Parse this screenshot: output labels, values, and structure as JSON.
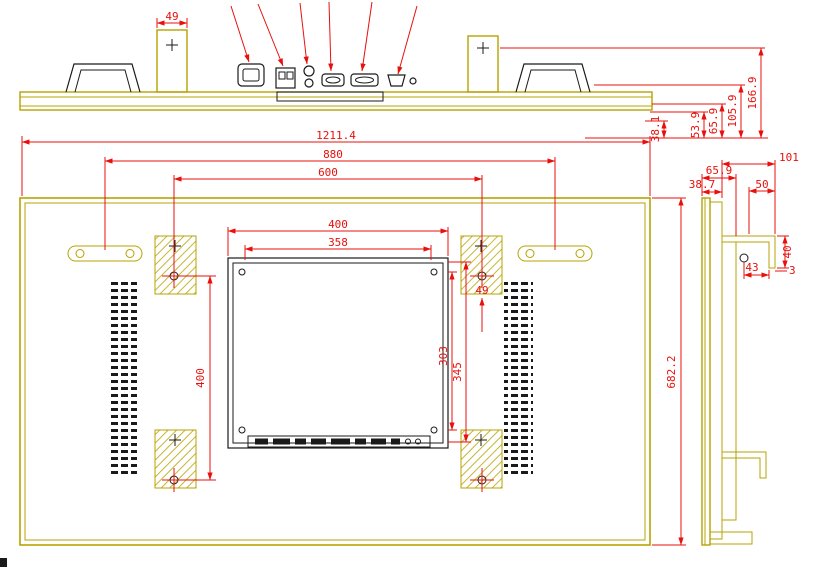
{
  "colors": {
    "dimension": "#e8100c",
    "outline": "#b7a300",
    "detail": "#1a1a1a",
    "background": "#ffffff"
  },
  "dims": {
    "top": {
      "bracket_width": "49",
      "h38_1": "38.1",
      "h53_9": "53.9",
      "h65_9": "65.9",
      "h105_9": "105.9",
      "h166_9": "166.9"
    },
    "front": {
      "overall_width": "1211.4",
      "handle_span": "880",
      "vesa_width": "600",
      "panel_width": "400",
      "panel_inner_width": "358",
      "hole_offset": "49",
      "panel_inner_height": "303",
      "panel_height": "345",
      "vesa_height": "400",
      "overall_height": "682.2"
    },
    "side": {
      "front_depth": "38.7",
      "mid_depth": "65.9",
      "overall_depth": "101",
      "bracket_depth": "50",
      "bracket_height": "40",
      "bracket_inset": "43",
      "plate_thickness": "3"
    }
  }
}
